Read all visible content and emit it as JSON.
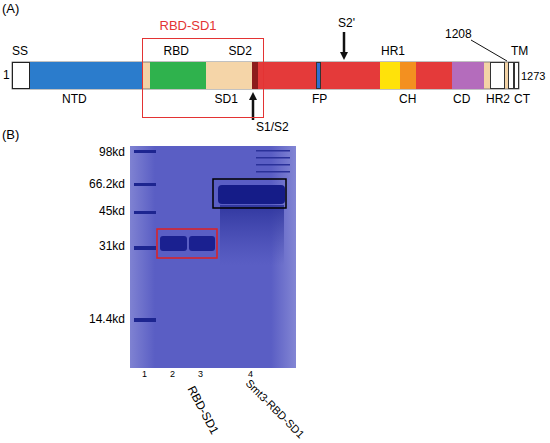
{
  "diagram": {
    "nodes": [
      {
        "text": [
          "SS"
        ]
      },
      {
        "text": [
          "NTD"
        ]
      },
      {
        "text": [
          "RBD-SD1"
        ]
      },
      {
        "text": [
          "RBD"
        ],
        "in": 2
      },
      {
        "text": [
          "SD2",
          "SD1"
        ],
        "in": 2
      },
      {
        "text": [
          "FP"
        ]
      },
      {
        "text": [
          "HR1"
        ]
      },
      {
        "text": [
          "CH"
        ]
      },
      {
        "text": [
          "CD"
        ]
      },
      {
        "text": [
          "HR2"
        ]
      },
      {
        "text": [
          "TM"
        ]
      },
      {
        "text": [
          "CT"
        ]
      }
    ],
    "labels": [
      "(A)",
      "1",
      "1273",
      "S2'",
      "S1/S2",
      "1208",
      "(B)",
      "98kd",
      "66.2kd",
      "45kd",
      "31kd",
      "14.4kd",
      "1",
      "2",
      "3",
      "4",
      "RBD-SD1",
      "Smt3-RBD-SD1"
    ]
  }
}
